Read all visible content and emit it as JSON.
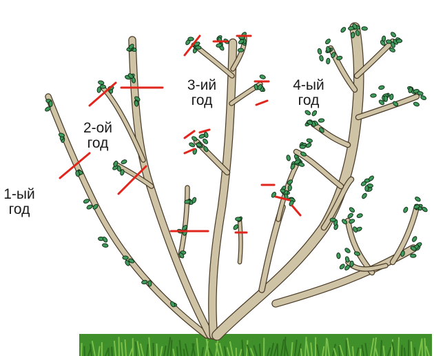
{
  "labels": [
    {
      "line1": "1-ый",
      "line2": "год"
    },
    {
      "line1": "2-ой",
      "line2": "год"
    },
    {
      "line1": "3-ий",
      "line2": "год"
    },
    {
      "line1": "4-ый",
      "line2": "год"
    }
  ],
  "colors": {
    "branch_fill": "#cfc3a5",
    "branch_outline": "#4a3b28",
    "leaf": "#3f9a5c",
    "leaf_dark": "#123018",
    "cut_mark": "#e0261c",
    "grass": "#3f8f2a"
  }
}
